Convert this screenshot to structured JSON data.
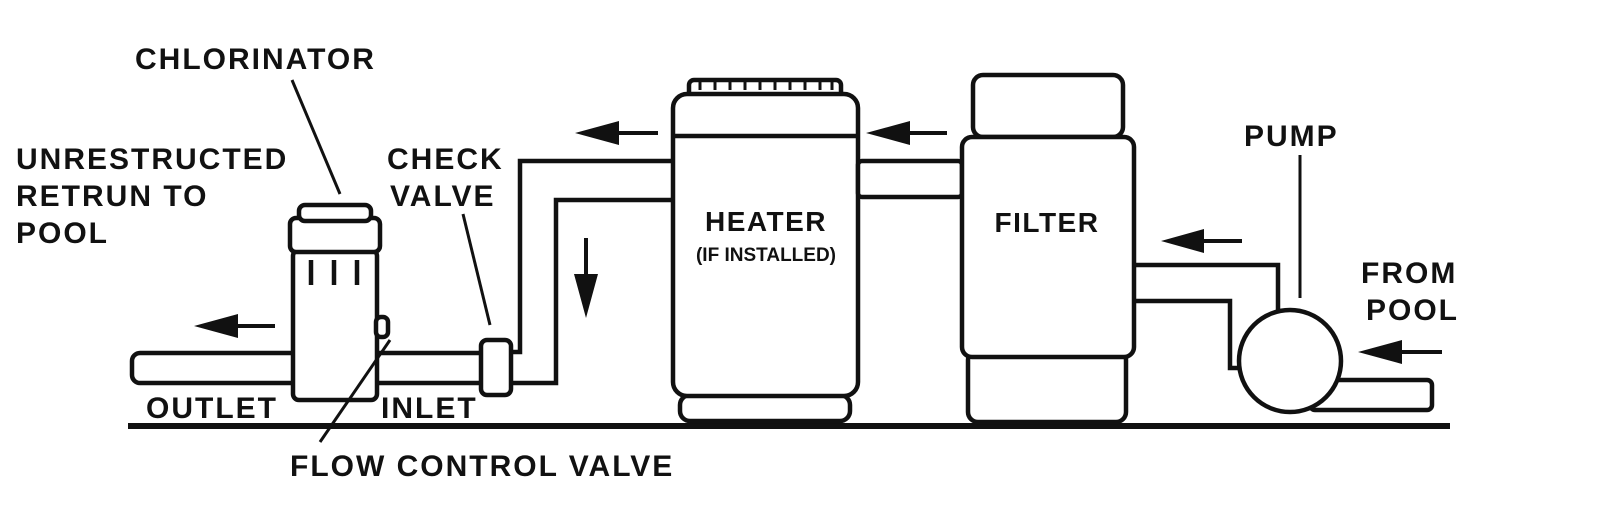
{
  "diagram": {
    "labels": {
      "chlorinator": "CHLORINATOR",
      "unrestricted_return_1": "UNRESTRUCTED",
      "unrestricted_return_2": "RETRUN TO",
      "unrestricted_return_3": "POOL",
      "check_valve_1": "CHECK",
      "check_valve_2": "VALVE",
      "heater": "HEATER",
      "heater_note": "(IF INSTALLED)",
      "filter": "FILTER",
      "pump": "PUMP",
      "from_pool_1": "FROM",
      "from_pool_2": "POOL",
      "outlet": "OUTLET",
      "inlet": "INLET",
      "flow_control_valve": "FLOW CONTROL VALVE"
    },
    "colors": {
      "line": "#111111",
      "background": "#ffffff"
    }
  }
}
